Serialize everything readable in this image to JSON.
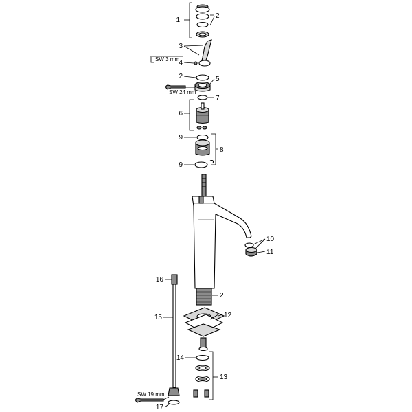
{
  "labels": {
    "l1": "1",
    "l2a": "2",
    "l3": "3",
    "l4": "4",
    "l2b": "2",
    "l5": "5",
    "l7": "7",
    "l6": "6",
    "l9a": "9",
    "l8": "8",
    "l9b": "9",
    "l10": "10",
    "l11": "11",
    "l2c": "2",
    "l16": "16",
    "l12": "12",
    "l15": "15",
    "l14": "14",
    "l13": "13",
    "l17": "17"
  },
  "tools": {
    "hex_key": "SW 3 mm",
    "wrench_24": "SW 24 mm",
    "wrench_19": "SW 19 mm"
  }
}
